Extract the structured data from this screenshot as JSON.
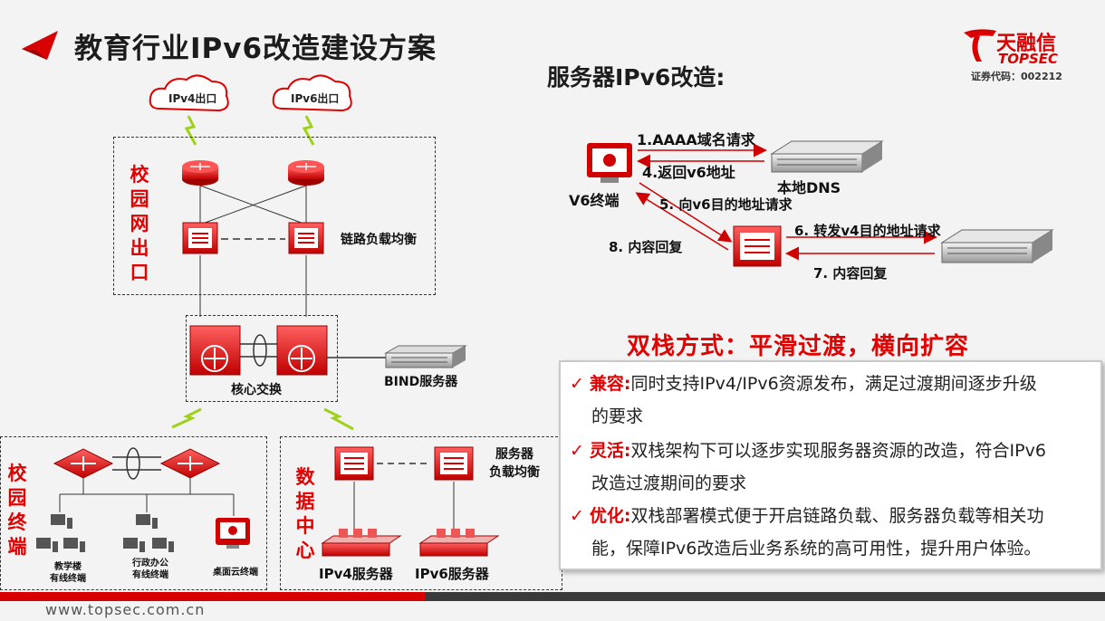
{
  "title": "教育行业IPv6改造建设方案",
  "subtitle": "服务器IPv6改造:",
  "logo": {
    "name": "天融信",
    "en": "TOPSEC",
    "code": "证券代码：002212"
  },
  "left_diagram": {
    "clouds": [
      "IPv4出口",
      "IPv6出口"
    ],
    "campus_exit_label": "校园网出口",
    "link_lb_label": "链路负载均衡",
    "core_label": "核心交换",
    "bind_label": "BIND服务器",
    "campus_terminal_label": "校园终端",
    "teaching_label": "教学楼\n有线终端",
    "office_label": "行政办公\n有线终端",
    "desktop_label": "桌面云终端",
    "datacenter_label": "数据中心",
    "server_lb_label": "服务器\n负载均衡",
    "ipv4_server": "IPv4服务器",
    "ipv6_server": "IPv6服务器"
  },
  "right_diagram": {
    "v6_terminal": "V6终端",
    "local_dns": "本地DNS",
    "step1": "1.AAAA域名请求",
    "step4": "4.返回v6地址",
    "step5": "5. 向v6目的地址请求",
    "step6": "6. 转发v4目的地址请求",
    "step7": "7. 内容回复",
    "step8": "8. 内容回复"
  },
  "dual_stack_title": "双栈方式：平滑过渡，横向扩容",
  "points": [
    {
      "key": "兼容:",
      "text": "同时支持IPv4/IPv6资源发布，满足过渡期间逐步升级",
      "cont": "的要求"
    },
    {
      "key": "灵活:",
      "text": "双栈架构下可以逐步实现服务器资源的改造，符合IPv6",
      "cont": "改造过渡期间的要求"
    },
    {
      "key": "优化:",
      "text": "双栈部署模式便于开启链路负载、服务器负载等相关功",
      "cont": "能，保障IPv6改造后业务系统的高可用性，提升用户体验。"
    }
  ],
  "footer_url": "www.topsec.com.cn",
  "colors": {
    "accent": "#e00000",
    "dark": "#1c1c1c"
  }
}
